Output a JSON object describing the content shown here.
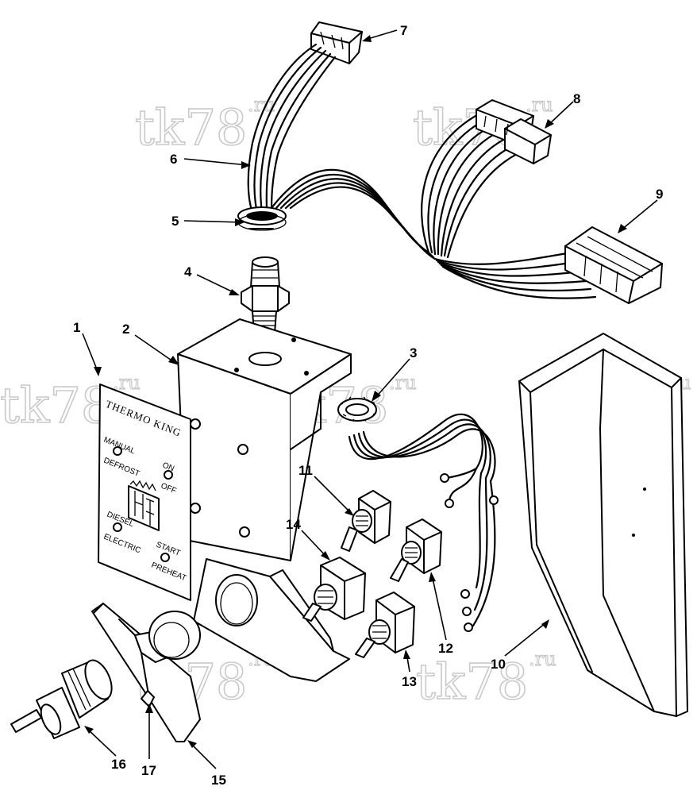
{
  "plate": {
    "brand": "THERMO KING",
    "labels": {
      "manual": "MANUAL",
      "defrost": "DEFROST",
      "on": "ON",
      "off": "OFF",
      "diesel": "DIESEL",
      "electric": "ELECTRIC",
      "start": "START",
      "preheat": "PREHEAT"
    }
  },
  "watermark": {
    "main": "tk78",
    "suffix": ".ru"
  },
  "callouts": [
    {
      "id": "1",
      "label": "1"
    },
    {
      "id": "2",
      "label": "2"
    },
    {
      "id": "3",
      "label": "3"
    },
    {
      "id": "4",
      "label": "4"
    },
    {
      "id": "5",
      "label": "5"
    },
    {
      "id": "6",
      "label": "6"
    },
    {
      "id": "7",
      "label": "7"
    },
    {
      "id": "8",
      "label": "8"
    },
    {
      "id": "9",
      "label": "9"
    },
    {
      "id": "10",
      "label": "10"
    },
    {
      "id": "11",
      "label": "11"
    },
    {
      "id": "12",
      "label": "12"
    },
    {
      "id": "13",
      "label": "13"
    },
    {
      "id": "14",
      "label": "14"
    },
    {
      "id": "15",
      "label": "15"
    },
    {
      "id": "16",
      "label": "16"
    },
    {
      "id": "17",
      "label": "17"
    }
  ]
}
